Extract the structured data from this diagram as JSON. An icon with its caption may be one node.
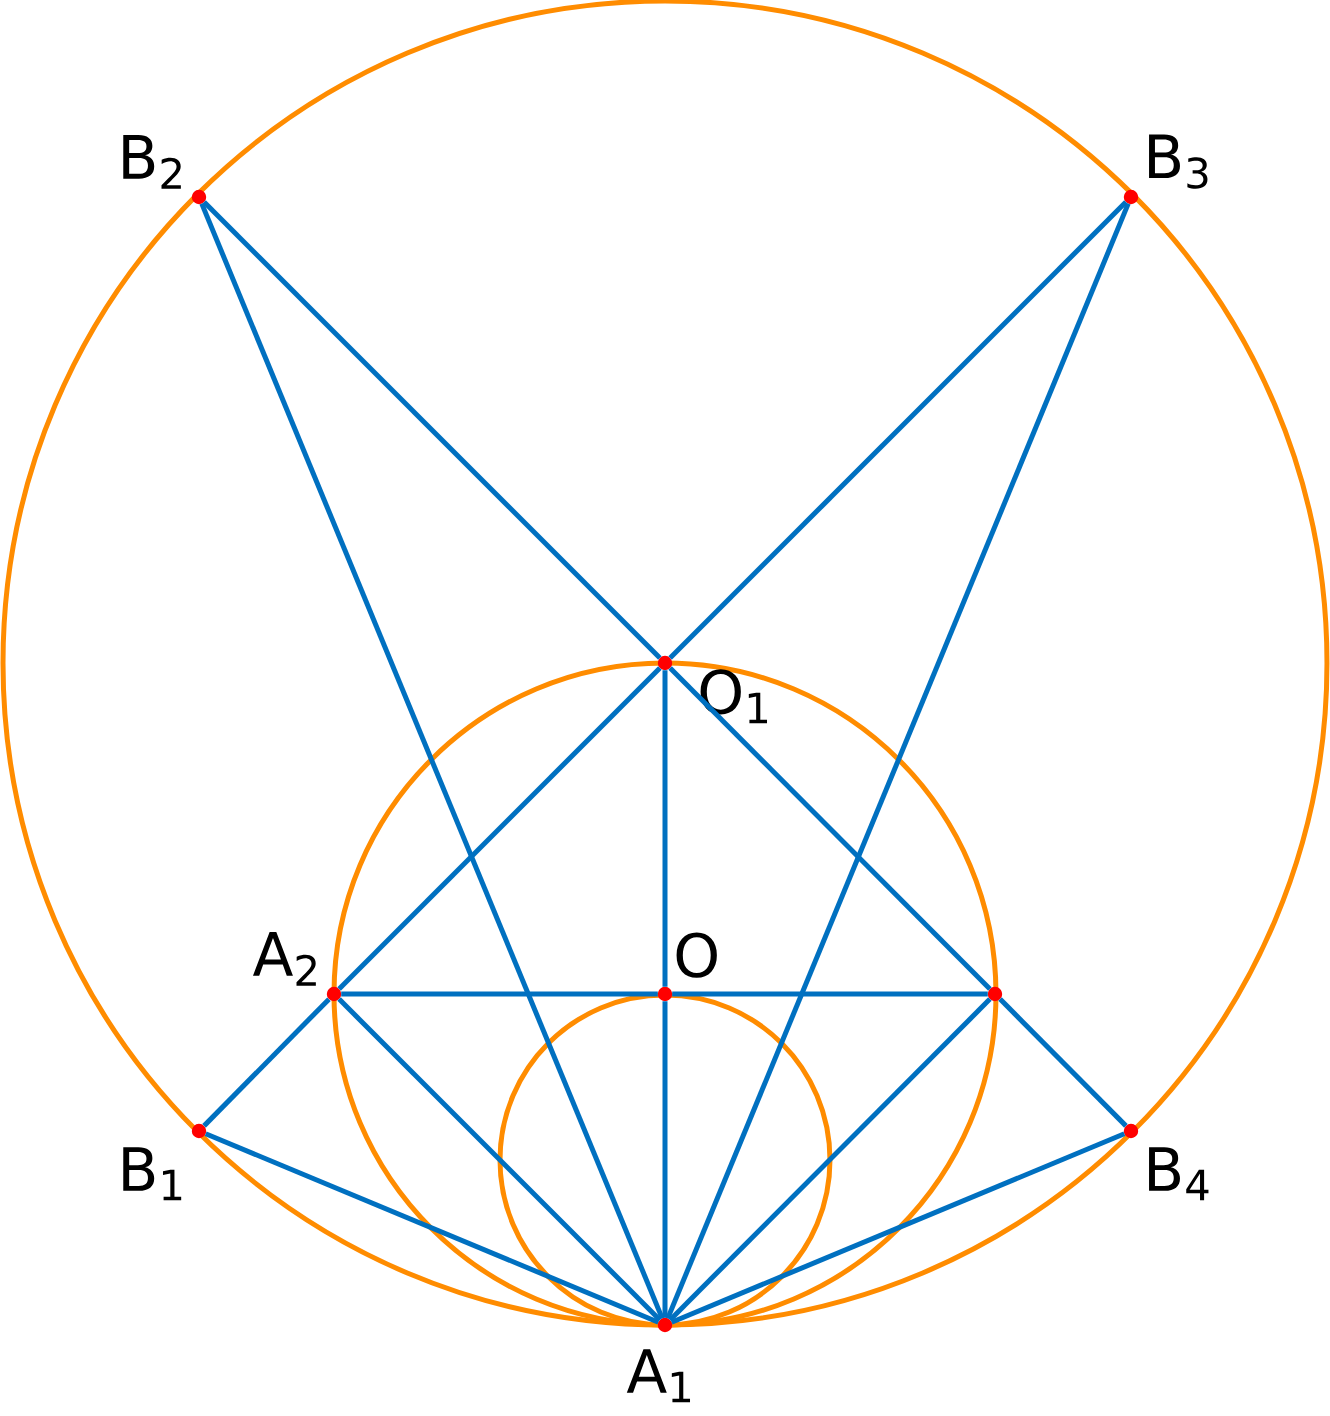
{
  "diagram": {
    "nodes": [
      {
        "text": [],
        "shape": "circle",
        "beside": [
          "B$_{2}$"
        ]
      },
      {
        "text": [],
        "shape": "circle",
        "beside": [
          "B$_{3}$"
        ]
      },
      {
        "text": [],
        "shape": "circle",
        "beside": [
          "O$_{1}$"
        ]
      },
      {
        "text": [],
        "shape": "circle",
        "beside": [
          "O"
        ]
      },
      {
        "text": [],
        "shape": "circle",
        "beside": [
          "A$_{2}$"
        ]
      },
      {
        "text": [],
        "shape": "circle"
      },
      {
        "text": [],
        "shape": "circle",
        "beside": [
          "B$_{1}$"
        ]
      },
      {
        "text": [],
        "shape": "circle",
        "beside": [
          "B$_{4}$"
        ]
      },
      {
        "text": [],
        "shape": "circle",
        "beside": [
          "A$_{1}$"
        ]
      }
    ],
    "edges": [
      {
        "from": 0,
        "to": 2,
        "arrow": "none"
      },
      {
        "from": 2,
        "to": 5,
        "arrow": "none"
      },
      {
        "from": 5,
        "to": 7,
        "arrow": "none"
      },
      {
        "from": 1,
        "to": 2,
        "arrow": "none"
      },
      {
        "from": 2,
        "to": 4,
        "arrow": "none"
      },
      {
        "from": 4,
        "to": 6,
        "arrow": "none"
      },
      {
        "from": 2,
        "to": 3,
        "arrow": "none"
      },
      {
        "from": 3,
        "to": 8,
        "arrow": "none"
      },
      {
        "from": 4,
        "to": 3,
        "arrow": "none"
      },
      {
        "from": 3,
        "to": 5,
        "arrow": "none"
      },
      {
        "from": 0,
        "to": 8,
        "arrow": "none"
      },
      {
        "from": 1,
        "to": 8,
        "arrow": "none"
      },
      {
        "from": 4,
        "to": 8,
        "arrow": "none"
      },
      {
        "from": 5,
        "to": 8,
        "arrow": "none"
      },
      {
        "from": 6,
        "to": 8,
        "arrow": "none"
      },
      {
        "from": 7,
        "to": 8,
        "arrow": "none"
      }
    ]
  }
}
